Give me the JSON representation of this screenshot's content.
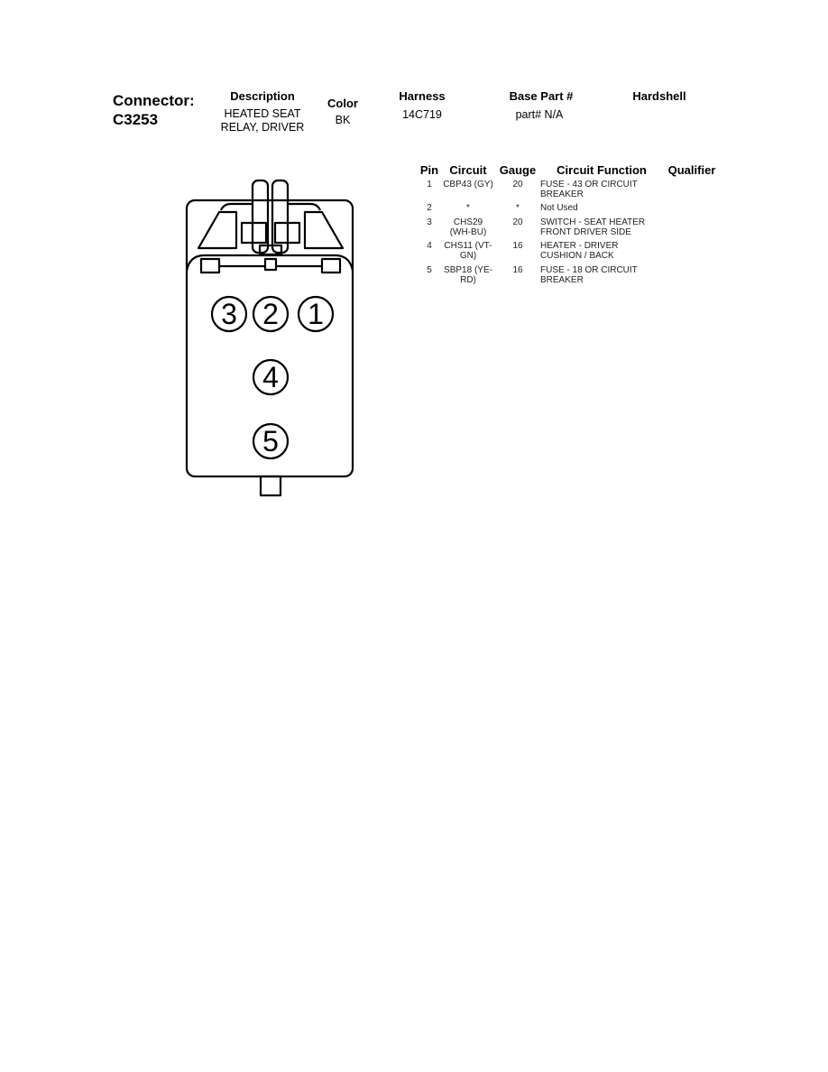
{
  "connector": {
    "label": "Connector:",
    "id": "C3253"
  },
  "header": {
    "description_label": "Description",
    "description_line1": "HEATED SEAT",
    "description_line2": "RELAY, DRIVER",
    "color_label": "Color",
    "color_value": "BK",
    "harness_label": "Harness",
    "harness_value": "14C719",
    "base_part_label": "Base Part #",
    "base_part_value": "part# N/A",
    "hardshell_label": "Hardshell"
  },
  "table": {
    "headers": {
      "pin": "Pin",
      "circuit": "Circuit",
      "gauge": "Gauge",
      "function": "Circuit Function",
      "qualifier": "Qualifier"
    },
    "rows": [
      {
        "pin": "1",
        "circuit1": "CBP43 (GY)",
        "circuit2": "",
        "gauge": "20",
        "function1": "FUSE - 43 OR CIRCUIT",
        "function2": "BREAKER"
      },
      {
        "pin": "2",
        "circuit1": "*",
        "circuit2": "",
        "gauge": "*",
        "function1": "Not Used",
        "function2": ""
      },
      {
        "pin": "3",
        "circuit1": "CHS29",
        "circuit2": "(WH-BU)",
        "gauge": "20",
        "function1": "SWITCH - SEAT HEATER",
        "function2": "FRONT DRIVER SIDE"
      },
      {
        "pin": "4",
        "circuit1": "CHS11 (VT-",
        "circuit2": "GN)",
        "gauge": "16",
        "function1": "HEATER - DRIVER",
        "function2": "CUSHION / BACK"
      },
      {
        "pin": "5",
        "circuit1": "SBP18 (YE-",
        "circuit2": "RD)",
        "gauge": "16",
        "function1": "FUSE - 18 OR CIRCUIT",
        "function2": "BREAKER"
      }
    ]
  },
  "diagram": {
    "pins": [
      "1",
      "2",
      "3",
      "4",
      "5"
    ]
  }
}
